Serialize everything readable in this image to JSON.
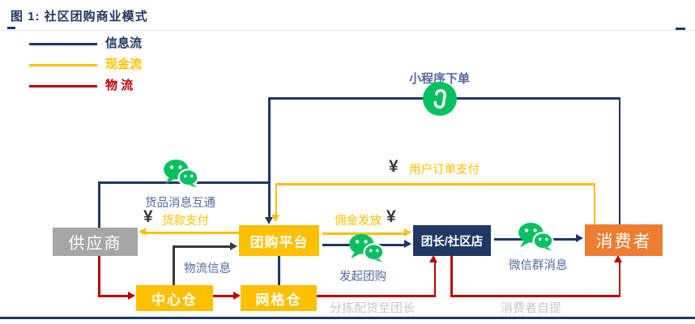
{
  "title": "图 1: 社区团购商业模式",
  "legend": {
    "items": [
      {
        "label": "信息流",
        "color": "#1F3864"
      },
      {
        "label": "现金流",
        "color": "#FFC000"
      },
      {
        "label": "物 流",
        "color": "#C00000"
      }
    ]
  },
  "nodes": {
    "supplier": "供应商",
    "platform": "团购平台",
    "leader": "团长/社区店",
    "consumer": "消费者",
    "central_warehouse": "中心仓",
    "grid_warehouse": "网格仓"
  },
  "annotations": {
    "mini_program_order": "小程序下单",
    "goods_info_exchange": "货品消息互通",
    "payment_to_supplier": "货款支付",
    "user_order_payment": "用户订单支付",
    "commission_payout": "佣金发放",
    "launch_group_buy": "发起团购",
    "wechat_group_message": "微信群消息",
    "logistics_info": "物流信息",
    "sort_and_deliver_to_leader": "分拣配货至团长",
    "consumer_self_pickup": "消费者自提",
    "yen_symbol": "¥"
  },
  "icons": {
    "wechat": "wechat-icon",
    "mini_program": "wechat-mini-program-icon"
  },
  "colors": {
    "navy": "#1F3864",
    "yellow": "#FFC000",
    "red": "#C00000",
    "orange": "#ED7D31",
    "gray_box": "#A6A6A6",
    "wechat_green": "#07C160",
    "label_blue": "#5468A1",
    "label_gray": "#C9C7C7",
    "dark_arrow": "#3B3838"
  }
}
